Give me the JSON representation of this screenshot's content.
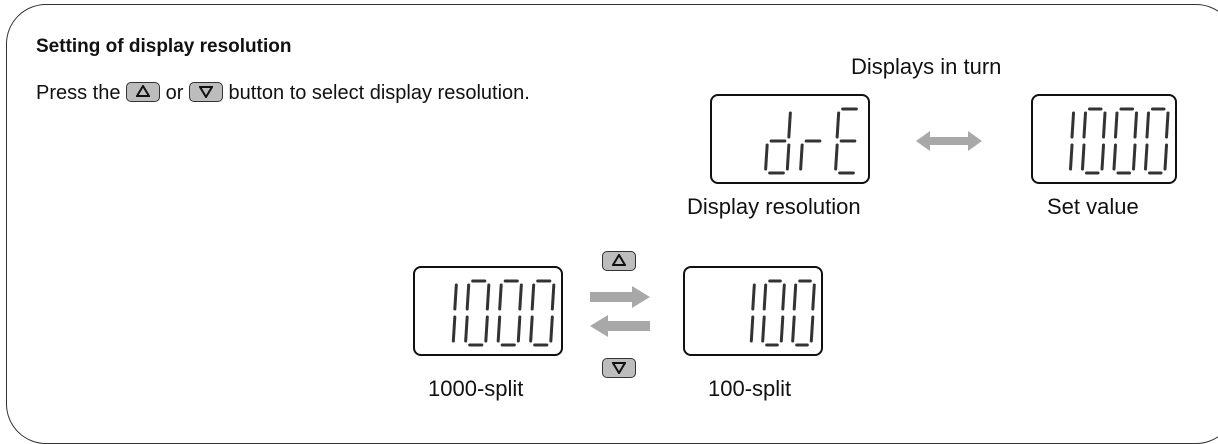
{
  "section": {
    "title": "Setting of display resolution",
    "instruction_part1": "Press the",
    "instruction_or": "or",
    "instruction_part2": "button to select display resolution."
  },
  "top_diagram": {
    "caption": "Displays in turn",
    "left_display": {
      "text": "drE",
      "label": "Display resolution"
    },
    "right_display": {
      "text": "1000",
      "label": "Set value"
    }
  },
  "bottom_diagram": {
    "left_display": {
      "text": "1000",
      "label": "1000-split"
    },
    "right_display": {
      "text": "100",
      "label": "100-split"
    }
  },
  "icons": {
    "up_button": "up-triangle-icon",
    "down_button": "down-triangle-icon"
  },
  "colors": {
    "button_fill": "#bdbdbd",
    "arrow_fill": "#a8a8a8",
    "segment_color": "#333333"
  }
}
